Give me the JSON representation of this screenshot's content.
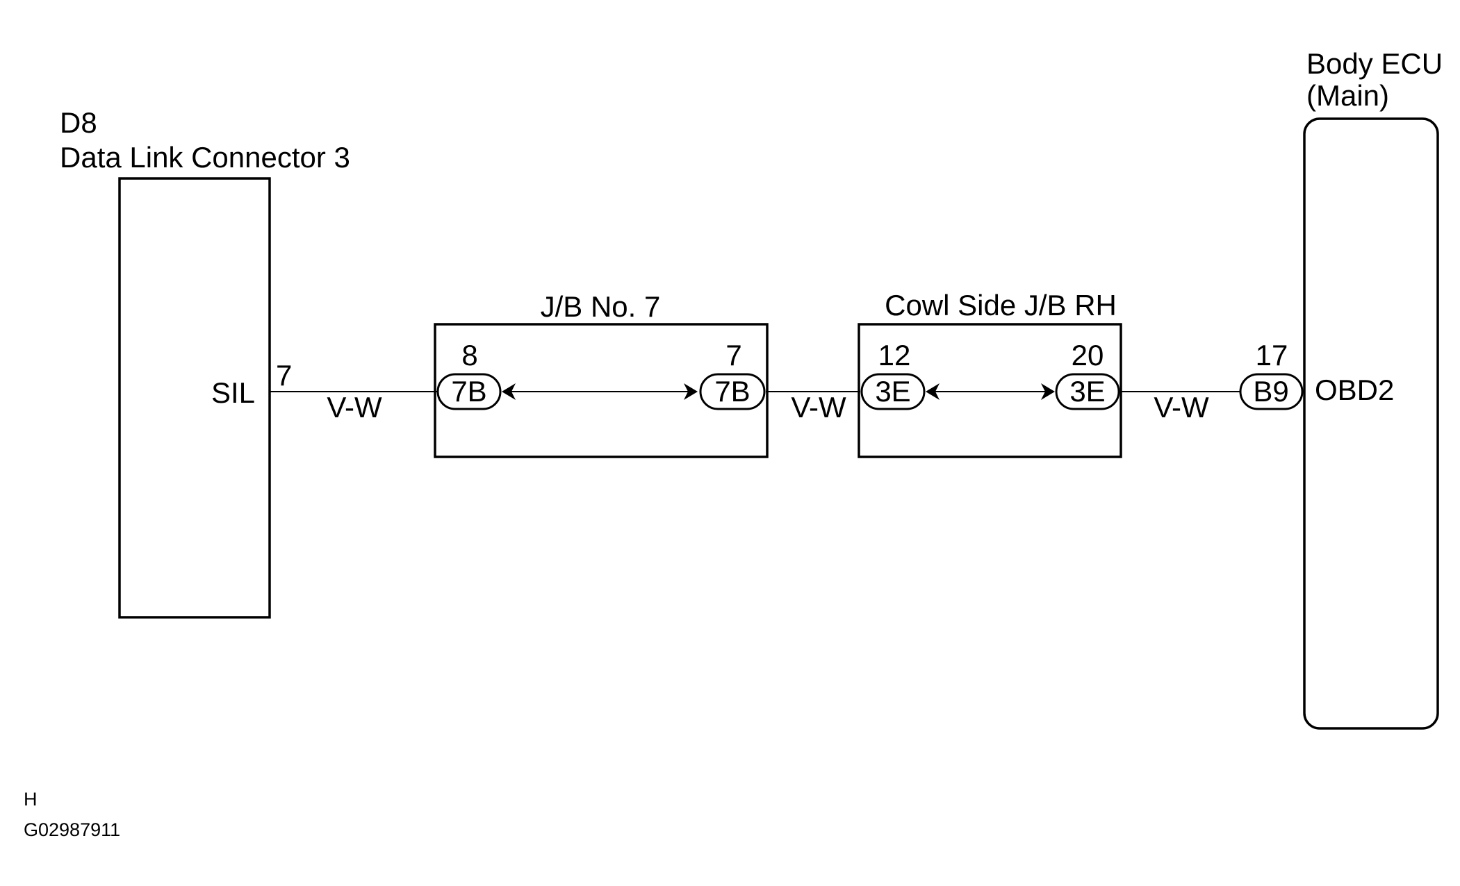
{
  "dlc": {
    "code": "D8",
    "name": "Data Link Connector 3",
    "terminal_name": "SIL",
    "pin": "7"
  },
  "jb7": {
    "name": "J/B No. 7",
    "left_pin": "8",
    "left_connector": "7B",
    "right_pin": "7",
    "right_connector": "7B"
  },
  "cowl": {
    "name": "Cowl Side J/B RH",
    "left_pin": "12",
    "left_connector": "3E",
    "right_pin": "20",
    "right_connector": "3E"
  },
  "ecu": {
    "name_line1": "Body ECU",
    "name_line2": "(Main)",
    "pin": "17",
    "connector": "B9",
    "terminal_name": "OBD2"
  },
  "wires": {
    "w1": "V-W",
    "w2": "V-W",
    "w3": "V-W"
  },
  "footer": {
    "code": "H",
    "figure_id": "G02987911"
  }
}
